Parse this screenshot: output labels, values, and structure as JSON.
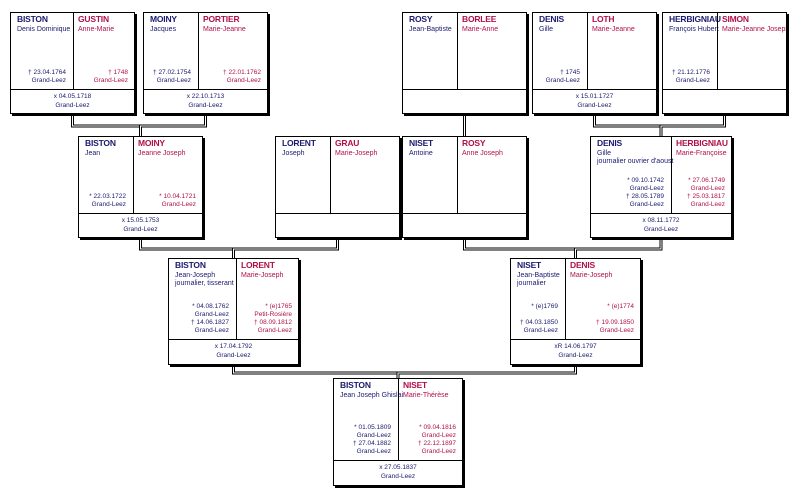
{
  "colors": {
    "male": "#1a1a6e",
    "female": "#b0104a",
    "border": "#000000"
  },
  "people": {
    "g1": {
      "husband": {
        "surname": "BISTON",
        "given": "Denis Dominique",
        "events": [
          "† 23.04.1764",
          "Grand-Leez"
        ]
      },
      "wife": {
        "surname": "GUSTIN",
        "given": "Anne-Marie",
        "events": [
          "† 1748",
          "Grand-Leez"
        ]
      },
      "marriage": [
        "x 04.05.1718",
        "Grand-Leez"
      ]
    },
    "g2": {
      "husband": {
        "surname": "MOINY",
        "given": "Jacques",
        "events": [
          "† 27.02.1754",
          "Grand-Leez"
        ]
      },
      "wife": {
        "surname": "PORTIER",
        "given": "Marie-Jeanne",
        "events": [
          "† 22.01.1762",
          "Grand-Leez"
        ]
      },
      "marriage": [
        "x 22.10.1713",
        "Grand-Leez"
      ]
    },
    "g3": {
      "husband": {
        "surname": "ROSY",
        "given": "Jean-Baptiste",
        "events": []
      },
      "wife": {
        "surname": "BORLEE",
        "given": "Marie-Anne",
        "events": []
      },
      "marriage": []
    },
    "g4": {
      "husband": {
        "surname": "DENIS",
        "given": "Gille",
        "events": [
          "† 1745",
          "Grand-Leez"
        ]
      },
      "wife": {
        "surname": "LOTH",
        "given": "Marie-Jeanne",
        "events": []
      },
      "marriage": [
        "x 15.01.1727",
        "Grand-Leez"
      ]
    },
    "g5": {
      "husband": {
        "surname": "HERBIGNIAU",
        "given": "François Hubert",
        "events": [
          "† 21.12.1776",
          "Grand-Leez"
        ]
      },
      "wife": {
        "surname": "SIMON",
        "given": "Marie-Jeanne Joseph",
        "events": []
      },
      "marriage": []
    },
    "p1": {
      "husband": {
        "surname": "BISTON",
        "given": "Jean",
        "events": [
          "* 22.03.1722",
          "Grand-Leez"
        ]
      },
      "wife": {
        "surname": "MOINY",
        "given": "Jeanne Joseph",
        "events": [
          "* 10.04.1721",
          "Grand-Leez"
        ]
      },
      "marriage": [
        "x 15.05.1753",
        "Grand-Leez"
      ]
    },
    "p2": {
      "husband": {
        "surname": "LORENT",
        "given": "Joseph",
        "events": []
      },
      "wife": {
        "surname": "GRAU",
        "given": "Marie-Joseph",
        "events": []
      },
      "marriage": []
    },
    "p3": {
      "husband": {
        "surname": "NISET",
        "given": "Antoine",
        "events": []
      },
      "wife": {
        "surname": "ROSY",
        "given": "Anne Joseph",
        "events": []
      },
      "marriage": []
    },
    "p4": {
      "husband": {
        "surname": "DENIS",
        "given": "Gille",
        "occupation": "journalier ouvrier d'aoust",
        "events": [
          "* 09.10.1742",
          "Grand-Leez",
          "† 28.05.1789",
          "Grand-Leez"
        ]
      },
      "wife": {
        "surname": "HERBIGNIAU",
        "given": "Marie-Françoise",
        "events": [
          "* 27.06.1749",
          "Grand-Leez",
          "† 25.03.1817",
          "Grand-Leez"
        ]
      },
      "marriage": [
        "x 08.11.1772",
        "Grand-Leez"
      ]
    },
    "c1": {
      "husband": {
        "surname": "BISTON",
        "given": "Jean-Joseph",
        "occupation": "journalier, tisserant",
        "events": [
          "* 04.08.1762",
          "Grand-Leez",
          "† 14.06.1827",
          "Grand-Leez"
        ]
      },
      "wife": {
        "surname": "LORENT",
        "given": "Marie-Joseph",
        "events": [
          "* (e)1765",
          "Petit-Rosière",
          "† 08.09.1812",
          "Grand-Leez"
        ]
      },
      "marriage": [
        "x 17.04.1792",
        "Grand-Leez"
      ]
    },
    "c2": {
      "husband": {
        "surname": "NISET",
        "given": "Jean-Baptiste",
        "occupation": "journalier",
        "events": [
          "* (e)1769",
          "",
          "† 04.03.1850",
          "Grand-Leez"
        ]
      },
      "wife": {
        "surname": "DENIS",
        "given": "Marie-Joseph",
        "events": [
          "* (e)1774",
          "",
          "† 19.09.1850",
          "Grand-Leez"
        ]
      },
      "marriage": [
        "xR 14.06.1797",
        "Grand-Leez"
      ]
    },
    "r": {
      "husband": {
        "surname": "BISTON",
        "given": "Jean Joseph Ghislain",
        "events": [
          "* 01.05.1809",
          "Grand-Leez",
          "† 27.04.1882",
          "Grand-Leez"
        ]
      },
      "wife": {
        "surname": "NISET",
        "given": "Marie-Thérèse",
        "events": [
          "* 09.04.1816",
          "Grand-Leez",
          "† 22.12.1897",
          "Grand-Leez"
        ]
      },
      "marriage": [
        "x 27.05.1837",
        "Grand-Leez"
      ]
    }
  }
}
